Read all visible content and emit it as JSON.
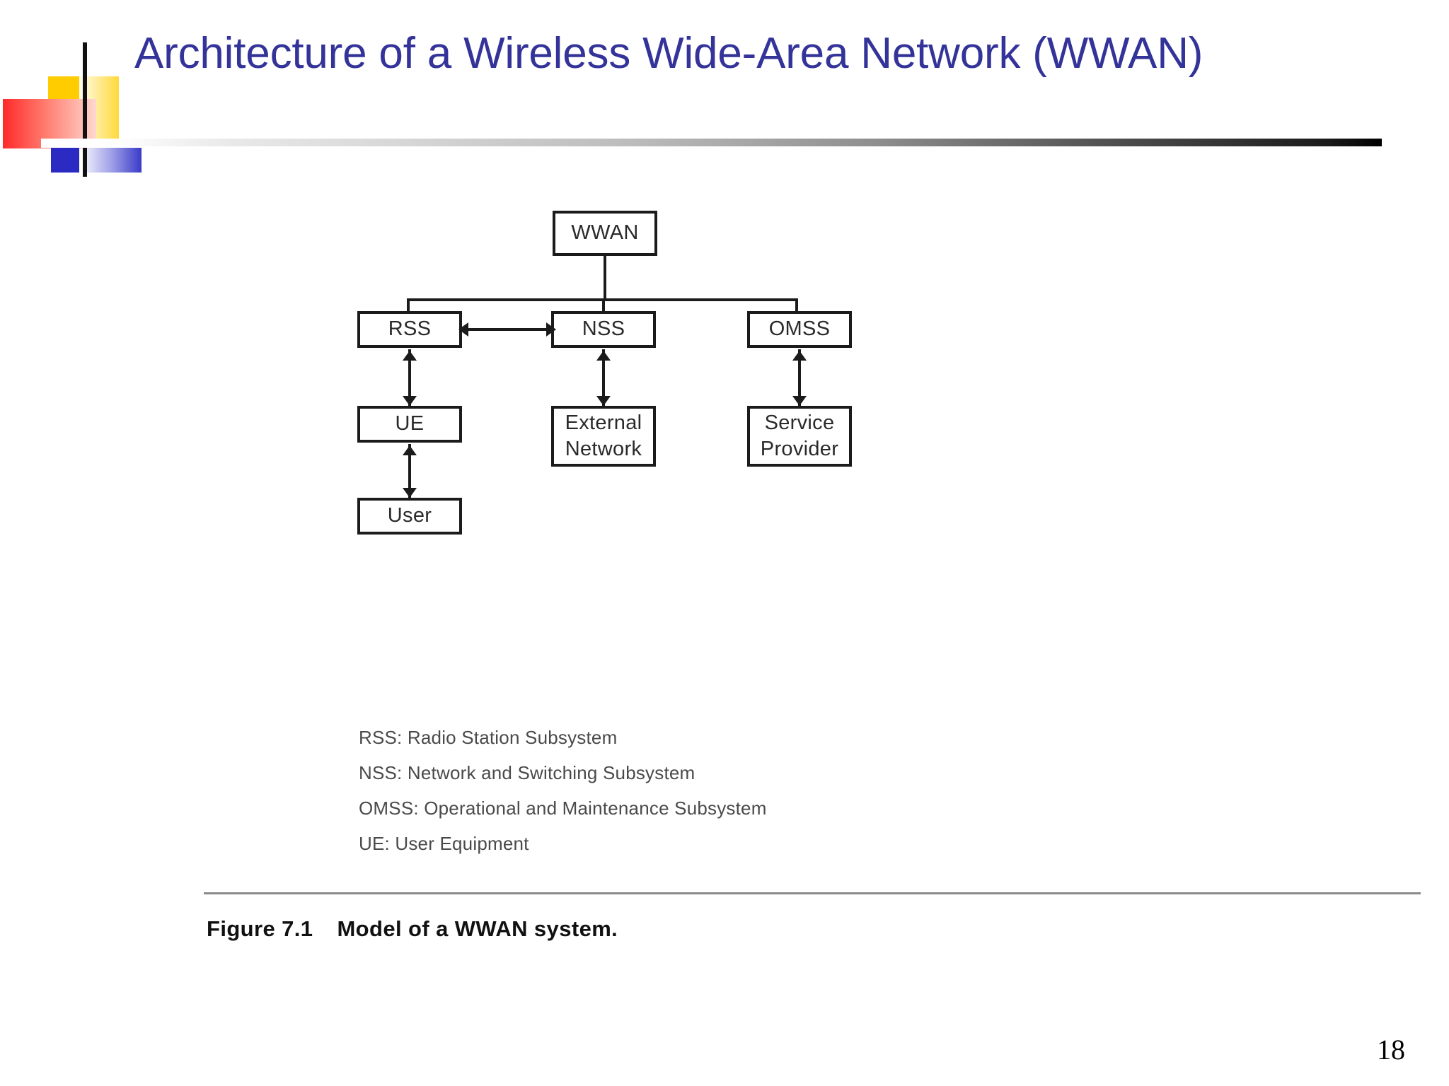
{
  "slide": {
    "title": "Architecture of a Wireless  Wide-Area Network (WWAN)",
    "page_number": "18",
    "title_color": "#333399"
  },
  "figure": {
    "caption_number": "Figure 7.1",
    "caption_text": "Model of a WWAN system.",
    "nodes": [
      {
        "id": "wwan",
        "label": "WWAN"
      },
      {
        "id": "rss",
        "label": "RSS"
      },
      {
        "id": "nss",
        "label": "NSS"
      },
      {
        "id": "omss",
        "label": "OMSS"
      },
      {
        "id": "ue",
        "label": "UE"
      },
      {
        "id": "external",
        "label": "External\nNetwork"
      },
      {
        "id": "service",
        "label": "Service\nProvider"
      },
      {
        "id": "user",
        "label": "User"
      }
    ],
    "legend": [
      "RSS: Radio Station Subsystem",
      "NSS: Network and Switching Subsystem",
      "OMSS: Operational and Maintenance Subsystem",
      "UE: User Equipment"
    ]
  },
  "chart_data": {
    "type": "diagram",
    "title": "Model of a WWAN system",
    "nodes": [
      "WWAN",
      "RSS",
      "NSS",
      "OMSS",
      "UE",
      "External Network",
      "Service Provider",
      "User"
    ],
    "edges": [
      {
        "from": "WWAN",
        "to": "RSS",
        "style": "plain"
      },
      {
        "from": "WWAN",
        "to": "NSS",
        "style": "plain"
      },
      {
        "from": "WWAN",
        "to": "OMSS",
        "style": "plain"
      },
      {
        "from": "RSS",
        "to": "NSS",
        "style": "double-arrow"
      },
      {
        "from": "RSS",
        "to": "UE",
        "style": "double-arrow"
      },
      {
        "from": "NSS",
        "to": "External Network",
        "style": "double-arrow"
      },
      {
        "from": "OMSS",
        "to": "Service Provider",
        "style": "double-arrow"
      },
      {
        "from": "UE",
        "to": "User",
        "style": "double-arrow"
      }
    ]
  }
}
